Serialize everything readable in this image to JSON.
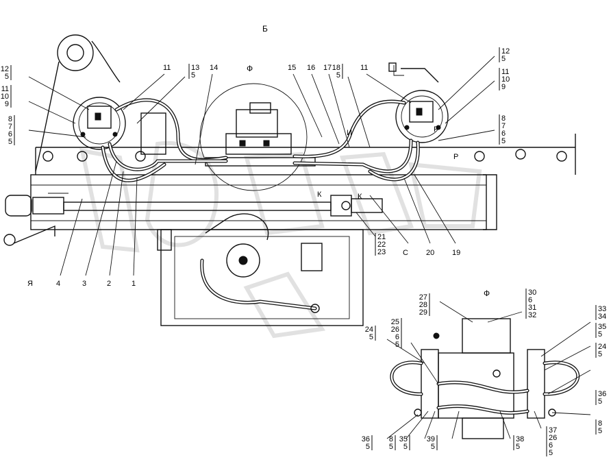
{
  "view_labels": {
    "top": "Б",
    "phi": "Ф",
    "detail": "Ф",
    "ya": "Я",
    "i": "И",
    "k1": "К",
    "k2": "К",
    "p1": "Р",
    "p2": "Р",
    "c": "С"
  },
  "stacks": [
    [
      "12",
      "5"
    ],
    [
      "11",
      "10",
      "9"
    ],
    [
      "8",
      "7",
      "6",
      "5"
    ],
    [
      "13",
      "5"
    ],
    [
      "18",
      "5"
    ],
    [
      "12",
      "5"
    ],
    [
      "11",
      "10",
      "9"
    ],
    [
      "8",
      "7",
      "6",
      "5"
    ],
    [
      "21",
      "22",
      "23"
    ],
    [
      "27",
      "28",
      "29"
    ],
    [
      "30",
      "6",
      "31",
      "32"
    ],
    [
      "33",
      "34"
    ],
    [
      "35",
      "5"
    ],
    [
      "24",
      "5"
    ],
    [
      "24",
      "5"
    ],
    [
      "25",
      "26",
      "6",
      "5"
    ],
    [
      "36",
      "5"
    ],
    [
      "8",
      "5"
    ],
    [
      "36",
      "5"
    ],
    [
      "8",
      "5"
    ],
    [
      "35",
      "5"
    ],
    [
      "39",
      "5"
    ],
    [
      "38",
      "5"
    ],
    [
      "37",
      "26",
      "6",
      "5"
    ]
  ],
  "single_labels": [
    "11",
    "14",
    "15",
    "16",
    "17",
    "11",
    "4",
    "3",
    "2",
    "1",
    "20",
    "19"
  ]
}
